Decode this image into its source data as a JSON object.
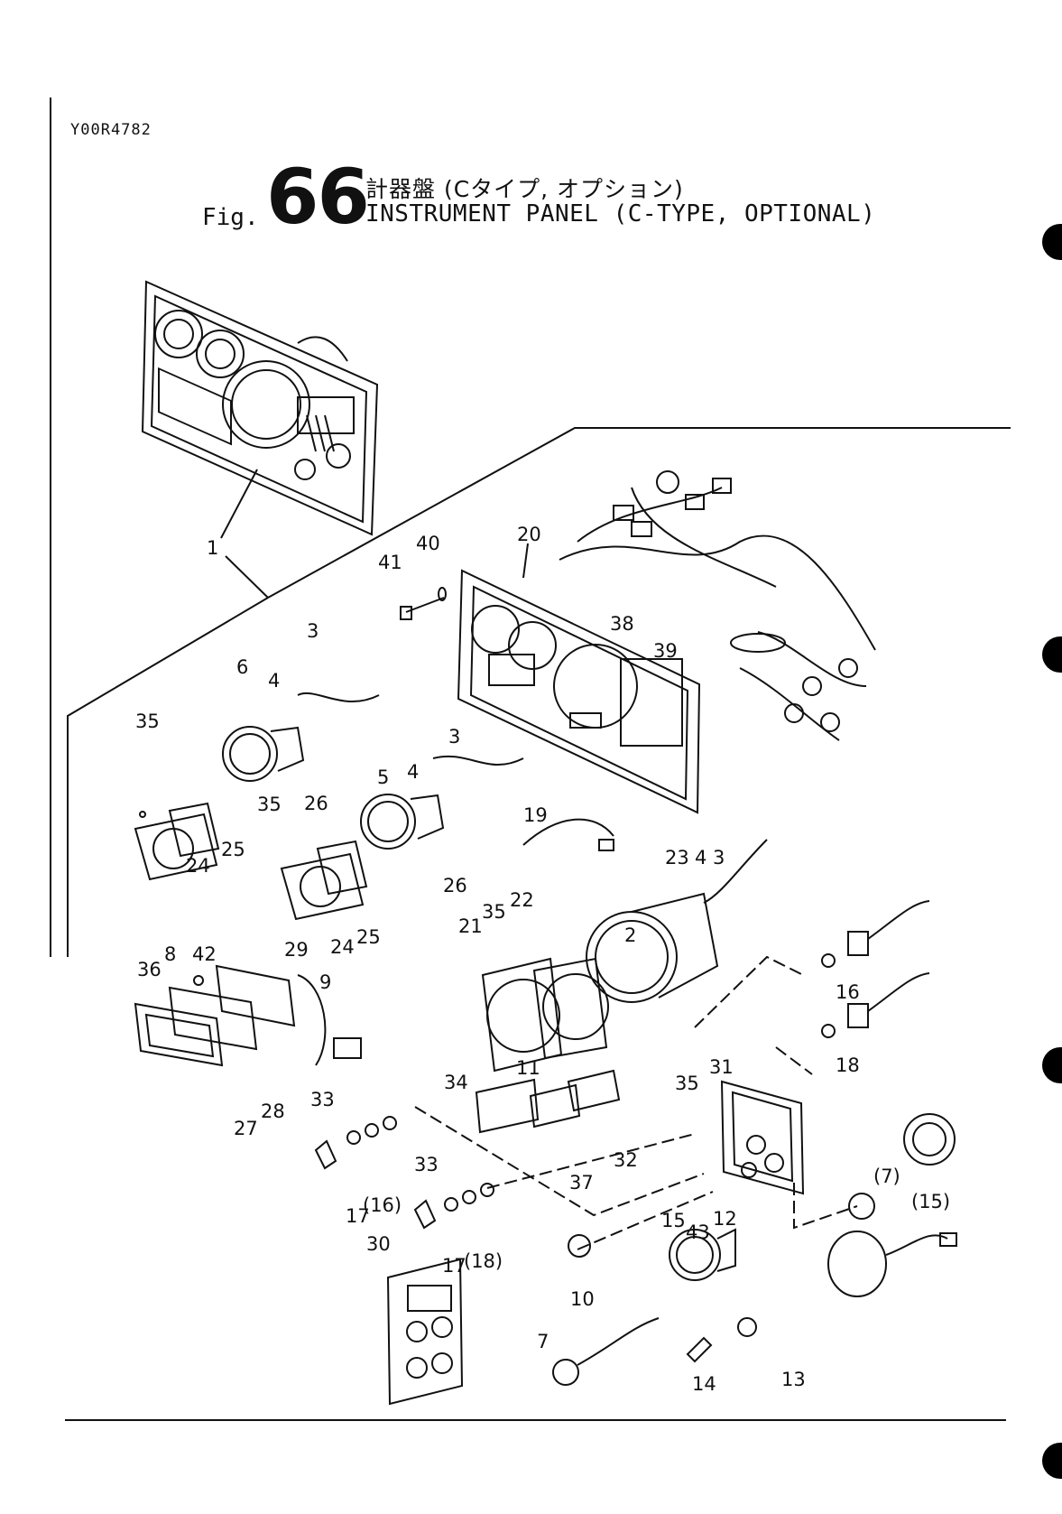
{
  "document_code": "Y00R4782",
  "figure": {
    "prefix": "Fig.",
    "number": "66",
    "title_jp": "計器盤 (Cタイプ, オプション)",
    "title_en": "INSTRUMENT PANEL (C-TYPE, OPTIONAL)"
  },
  "callouts": {
    "1": "1",
    "2": "2",
    "3": "3",
    "3b": "3",
    "3c": "3",
    "4": "4",
    "4b": "4",
    "4c": "4",
    "5": "5",
    "6": "6",
    "7": "7",
    "7p": "(7)",
    "8": "8",
    "9": "9",
    "10": "10",
    "11": "11",
    "12": "12",
    "13": "13",
    "14": "14",
    "15": "15",
    "15p": "(15)",
    "16": "16",
    "16p": "(16)",
    "17": "17",
    "17b": "17",
    "18": "18",
    "18p": "(18)",
    "19": "19",
    "20": "20",
    "21": "21",
    "22": "22",
    "23": "23",
    "24": "24",
    "24b": "24",
    "25": "25",
    "25b": "25",
    "26": "26",
    "26b": "26",
    "27": "27",
    "28": "28",
    "29": "29",
    "30": "30",
    "31": "31",
    "32": "32",
    "33": "33",
    "33b": "33",
    "34": "34",
    "35": "35",
    "35b": "35",
    "35c": "35",
    "35d": "35",
    "36": "36",
    "37": "37",
    "38": "38",
    "39": "39",
    "40": "40",
    "41": "41",
    "42": "42",
    "43": "43"
  }
}
